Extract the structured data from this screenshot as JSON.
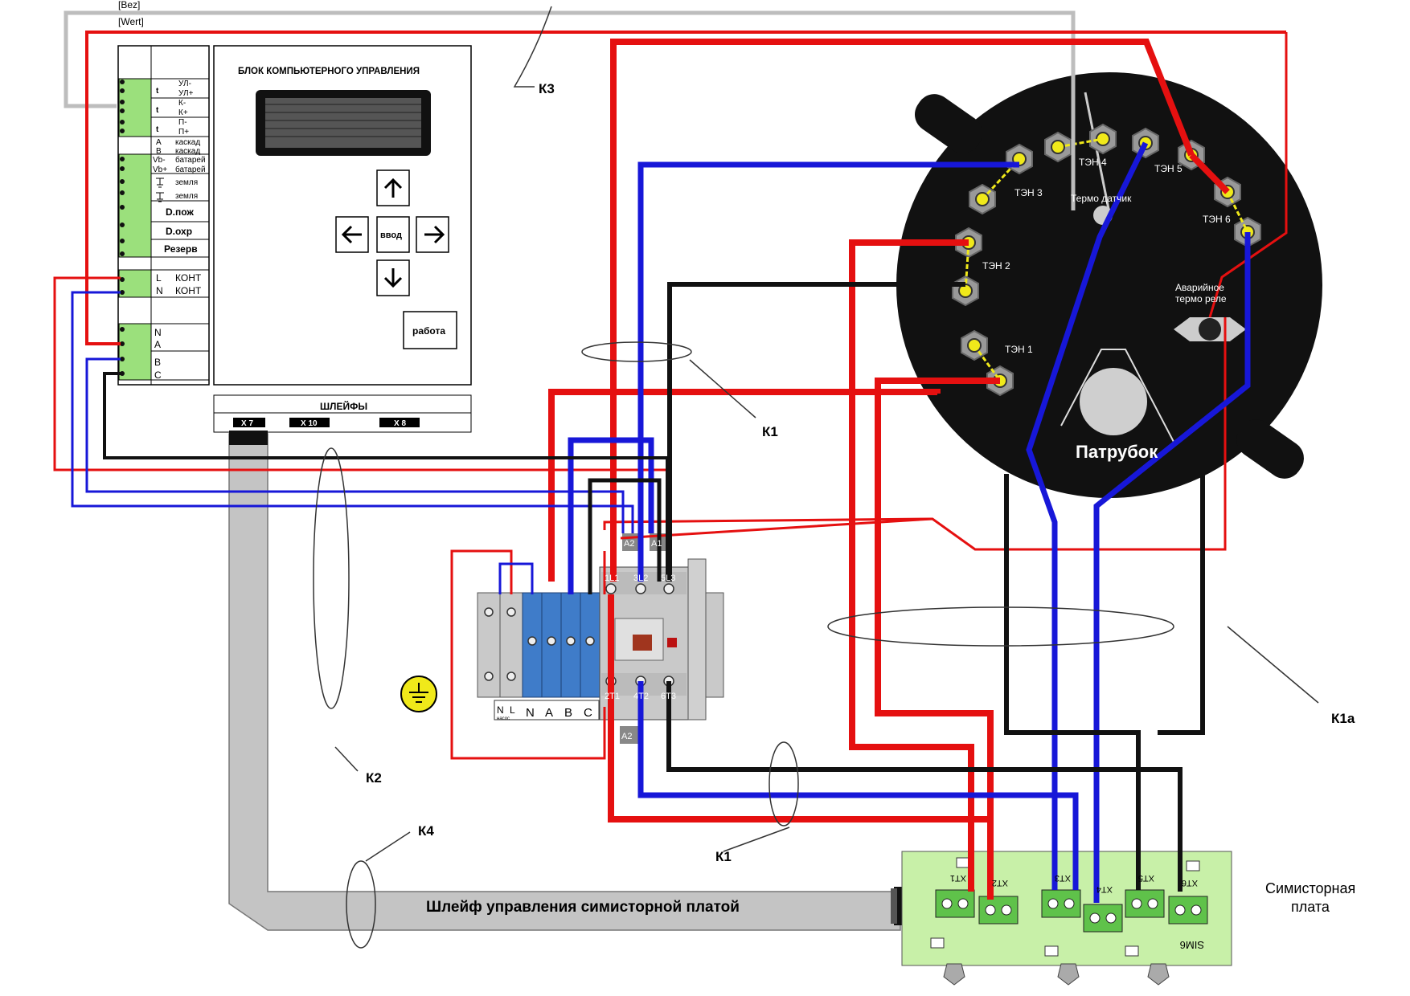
{
  "top_labels": {
    "bez": "[Bez]",
    "wert": "[Wert]"
  },
  "control_unit": {
    "title": "БЛОК КОМПЬЮТЕРНОГО УПРАВЛЕНИЯ",
    "btn_enter": "ввод",
    "btn_work": "работа"
  },
  "terminals": {
    "t": "t",
    "ul_minus": "УЛ-",
    "ul_plus": "УЛ+",
    "k_minus": "К-",
    "k_plus": "К+",
    "p_minus": "П-",
    "p_plus": "П+",
    "a": "A",
    "b": "B",
    "kaskad": "каскад",
    "vb_minus": "Vb-",
    "vb_plus": "Vb+",
    "batarey": "батарей",
    "zemlya": "земля",
    "d_pozh": "D.пож",
    "d_ohr": "D.охр",
    "rezerv": "Резерв",
    "l": "L",
    "n": "N",
    "kont": "КОНТ",
    "n2": "N",
    "a2": "A",
    "b2": "B",
    "c2": "C"
  },
  "shleify": {
    "title": "ШЛЕЙФЫ",
    "x7": "X 7",
    "x10": "X 10",
    "x8": "X 8"
  },
  "heater": {
    "ten1": "ТЭН 1",
    "ten2": "ТЭН 2",
    "ten3": "ТЭН 3",
    "ten4": "ТЭН 4",
    "ten5": "ТЭН 5",
    "ten6": "ТЭН 6",
    "termo_sensor": "Термо датчик",
    "relay_line1": "Аварийное",
    "relay_line2": "термо реле",
    "nozzle": "Патрубок"
  },
  "contactor": {
    "a2": "A2",
    "a1": "A1",
    "l1": "1L1",
    "l2": "3L2",
    "l3": "5L3",
    "t1": "2T1",
    "t2": "4T2",
    "t3": "6T3",
    "a2b": "A2",
    "n": "N",
    "l": "L",
    "nasos": "насос",
    "bN": "N",
    "bA": "A",
    "bB": "B",
    "bC": "C"
  },
  "cable_labels": {
    "k1": "К1",
    "k1b": "К1",
    "k1a": "К1а",
    "k2": "К2",
    "k3": "К3",
    "k4": "К4"
  },
  "flat_cable": "Шлейф управления симисторной платой",
  "simistor": {
    "label_line1": "Симисторная",
    "label_line2": "плата",
    "xt1": "XT1",
    "xt2": "XT2",
    "xt3": "XT3",
    "xt4": "XT4",
    "xt5": "XT5",
    "xt6": "XT6",
    "sim": "SIM6"
  },
  "colors": {
    "red": "#e51010",
    "blue": "#1717d8",
    "black": "#111111",
    "gray": "#bdbdbd",
    "green": "#9be07c",
    "yellow": "#f0e91a"
  }
}
